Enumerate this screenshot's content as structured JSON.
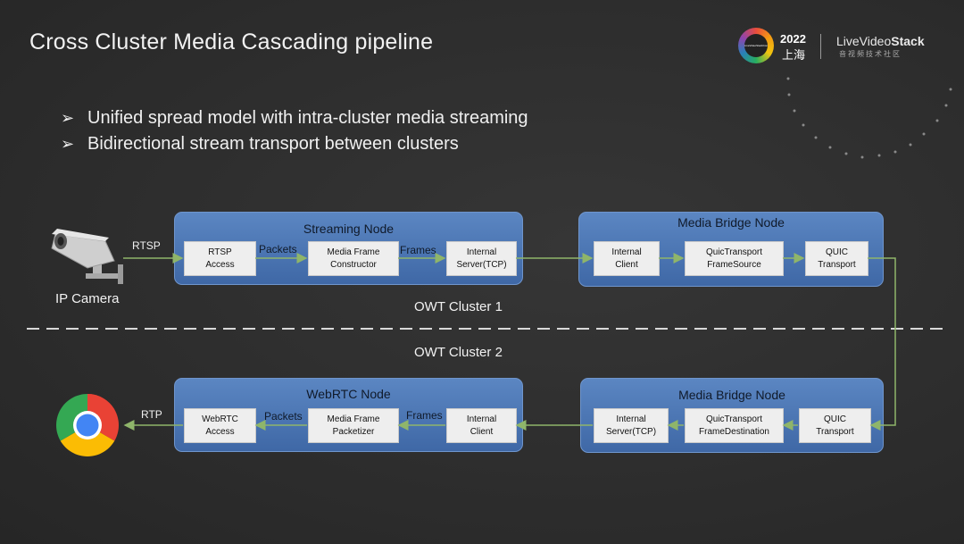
{
  "header": {
    "title": "Cross Cluster Media Cascading pipeline",
    "bullets": [
      "Unified spread model with intra-cluster media streaming",
      "Bidirectional stream transport between clusters"
    ],
    "bullet_marker": "➢"
  },
  "branding": {
    "year": "2022",
    "city": "上海",
    "brand_name_a": "LiveVideo",
    "brand_name_b": "Stack",
    "brand_sub": "音视频技术社区",
    "badge_text": "LiveVideoStackCon"
  },
  "cluster1": {
    "label": "OWT Cluster 1",
    "streaming_node": {
      "title": "Streaming Node",
      "boxes": [
        "RTSP\nAccess",
        "Media Frame\nConstructor",
        "Internal\nServer(TCP)"
      ],
      "links": [
        "Packets",
        "Frames"
      ]
    },
    "bridge_node": {
      "title": "Media Bridge Node",
      "boxes": [
        "Internal\nClient",
        "QuicTransport\nFrameSource",
        "QUIC\nTransport"
      ]
    }
  },
  "cluster2": {
    "label": "OWT Cluster 2",
    "webrtc_node": {
      "title": "WebRTC Node",
      "boxes": [
        "WebRTC\nAccess",
        "Media Frame\nPacketizer",
        "Internal\nClient"
      ],
      "links": [
        "Packets",
        "Frames"
      ]
    },
    "bridge_node": {
      "title": "Media Bridge Node",
      "boxes": [
        "Internal\nServer(TCP)",
        "QuicTransport\nFrameDestination",
        "QUIC\nTransport"
      ]
    }
  },
  "edges": {
    "camera_in": "RTSP",
    "browser_out": "RTP"
  },
  "camera": {
    "label": "IP Camera",
    "icon": "ip-camera-icon"
  },
  "browser": {
    "icon": "chrome-icon"
  },
  "colors": {
    "arrow": "#8fb56a",
    "panel": "#4d77b5",
    "box": "#eeeeee",
    "divider": "#d8d8d8"
  }
}
